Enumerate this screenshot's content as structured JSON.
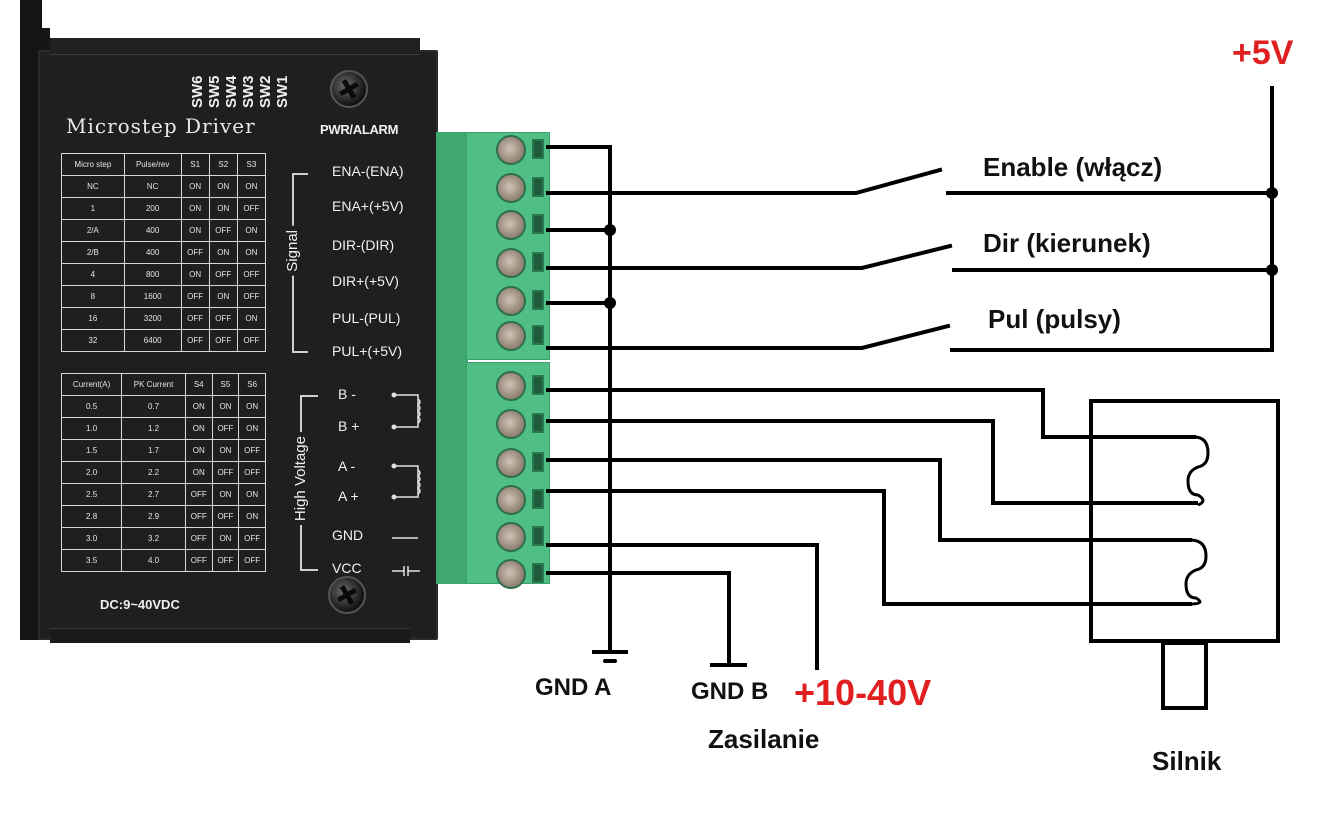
{
  "driver": {
    "title": "Microstep Driver",
    "switch_labels": [
      "SW6",
      "SW5",
      "SW4",
      "SW3",
      "SW2",
      "SW1"
    ],
    "pwr_alarm": "PWR/ALARM",
    "supply_rating": "DC:9~40VDC",
    "microstep_table": {
      "headers": [
        "Micro step",
        "Pulse/rev",
        "S1",
        "S2",
        "S3"
      ],
      "rows": [
        [
          "NC",
          "NC",
          "ON",
          "ON",
          "ON"
        ],
        [
          "1",
          "200",
          "ON",
          "ON",
          "OFF"
        ],
        [
          "2/A",
          "400",
          "ON",
          "OFF",
          "ON"
        ],
        [
          "2/B",
          "400",
          "OFF",
          "ON",
          "ON"
        ],
        [
          "4",
          "800",
          "ON",
          "OFF",
          "OFF"
        ],
        [
          "8",
          "1600",
          "OFF",
          "ON",
          "OFF"
        ],
        [
          "16",
          "3200",
          "OFF",
          "OFF",
          "ON"
        ],
        [
          "32",
          "6400",
          "OFF",
          "OFF",
          "OFF"
        ]
      ]
    },
    "current_table": {
      "headers": [
        "Current(A)",
        "PK Current",
        "S4",
        "S5",
        "S6"
      ],
      "rows": [
        [
          "0.5",
          "0.7",
          "ON",
          "ON",
          "ON"
        ],
        [
          "1.0",
          "1.2",
          "ON",
          "OFF",
          "ON"
        ],
        [
          "1.5",
          "1.7",
          "ON",
          "ON",
          "OFF"
        ],
        [
          "2.0",
          "2.2",
          "ON",
          "OFF",
          "OFF"
        ],
        [
          "2.5",
          "2.7",
          "OFF",
          "ON",
          "ON"
        ],
        [
          "2.8",
          "2.9",
          "OFF",
          "OFF",
          "ON"
        ],
        [
          "3.0",
          "3.2",
          "OFF",
          "ON",
          "OFF"
        ],
        [
          "3.5",
          "4.0",
          "OFF",
          "OFF",
          "OFF"
        ]
      ]
    },
    "signal_group_label": "Signal",
    "signal_terminals": [
      "ENA-(ENA)",
      "ENA+(+5V)",
      "DIR-(DIR)",
      "DIR+(+5V)",
      "PUL-(PUL)",
      "PUL+(+5V)"
    ],
    "power_group_label": "High Voltage",
    "power_terminals": [
      "B -",
      "B +",
      "A -",
      "A +",
      "GND",
      "VCC"
    ]
  },
  "wiring": {
    "supply_5v_label": "+5V",
    "switches": [
      "Enable (włącz)",
      "Dir (kierunek)",
      "Pul (pulsy)"
    ],
    "gnd_a_label": "GND A",
    "gnd_b_label": "GND B",
    "supply_main_label": "+10-40V",
    "supply_caption": "Zasilanie",
    "motor_label": "Silnik"
  },
  "colors": {
    "accent_red": "#e02020",
    "terminal_green": "#4fbf86",
    "driver_body": "#1f1f1f",
    "wire": "#000000"
  }
}
